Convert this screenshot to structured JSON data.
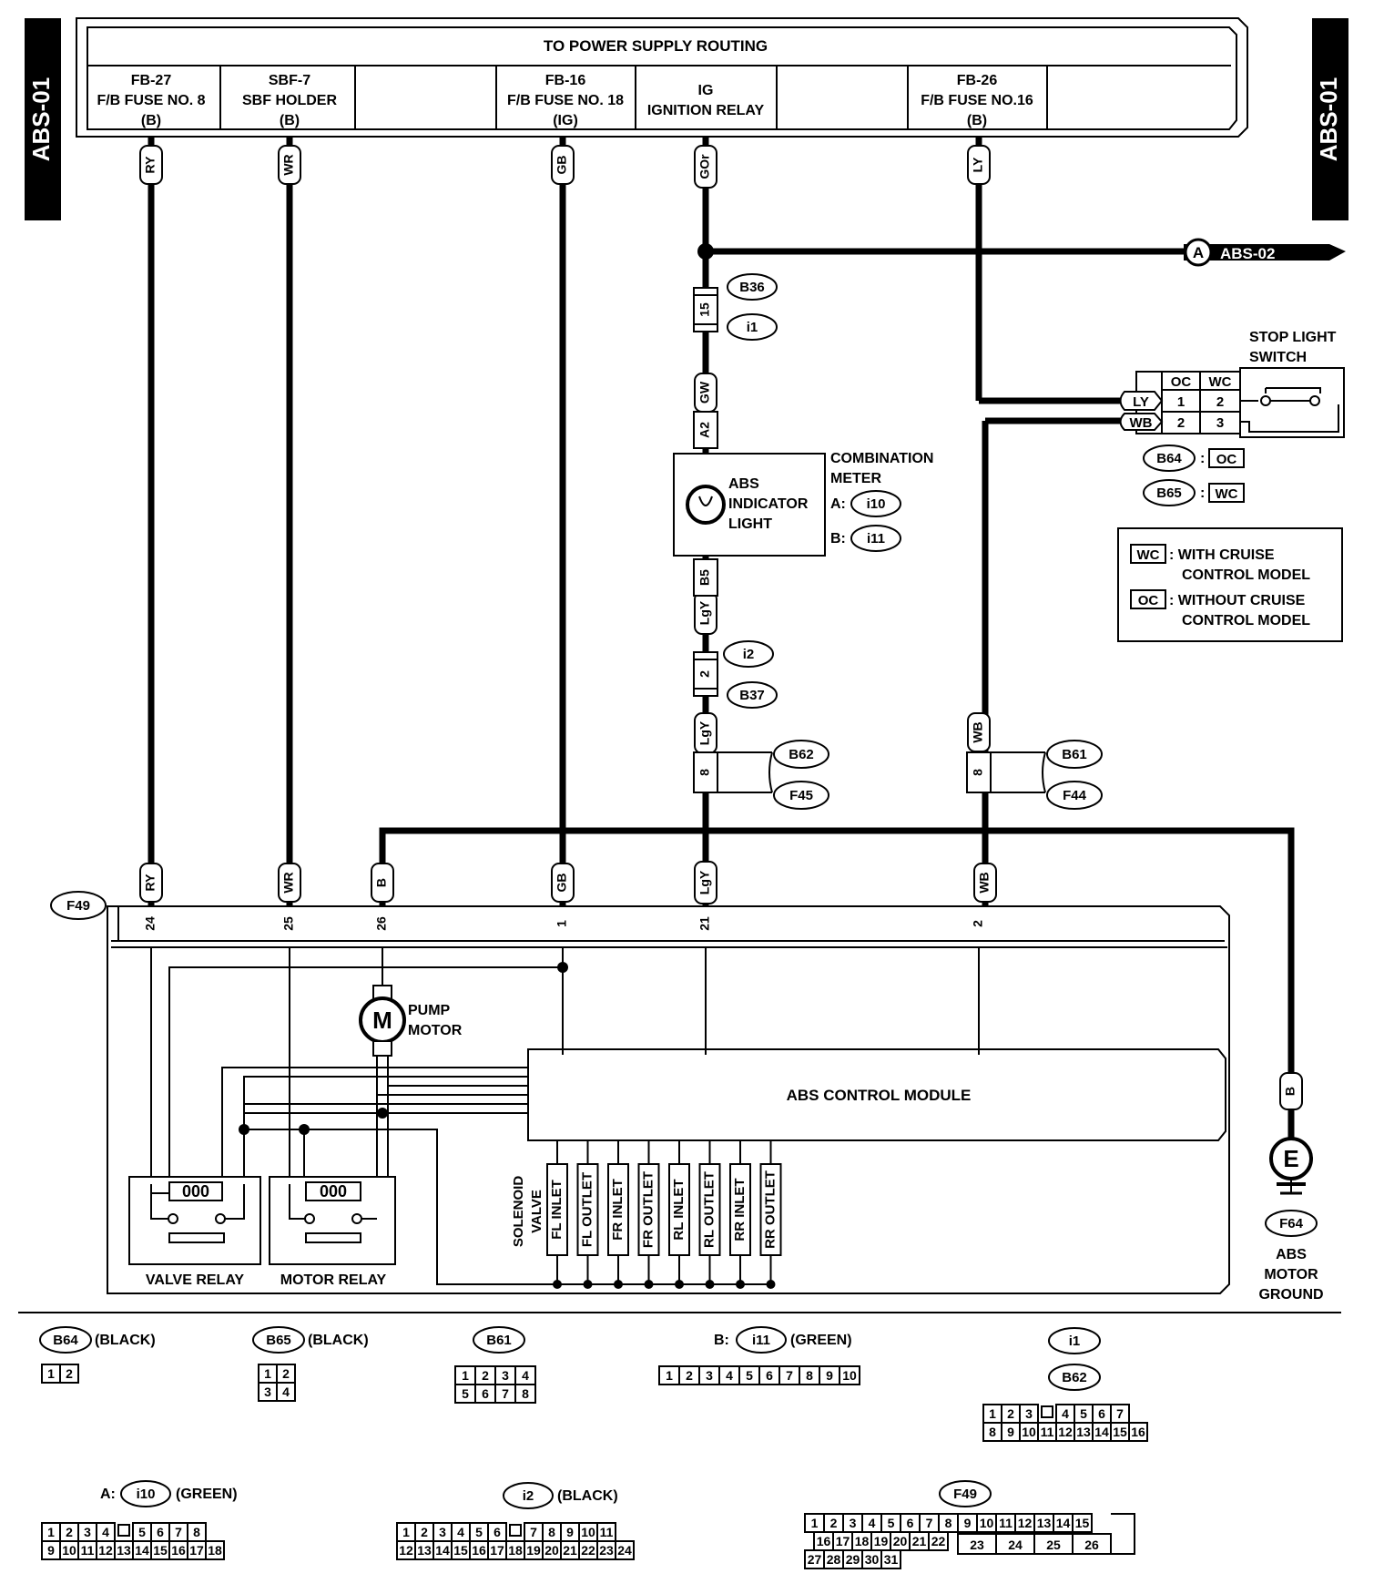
{
  "page_tabs": {
    "left": "ABS-01",
    "right": "ABS-01"
  },
  "power_supply": {
    "title": "TO POWER SUPPLY ROUTING",
    "fuses": [
      {
        "l1": "FB-27",
        "l2": "F/B FUSE NO. 8",
        "l3": "(B)"
      },
      {
        "l1": "SBF-7",
        "l2": "SBF HOLDER",
        "l3": "(B)"
      },
      {
        "l1": "FB-16",
        "l2": "F/B FUSE NO. 18",
        "l3": "(IG)"
      },
      {
        "l1": "IG",
        "l2": "IGNITION RELAY",
        "l3": ""
      },
      {
        "l1": "FB-26",
        "l2": "F/B FUSE NO.16",
        "l3": "(B)"
      }
    ]
  },
  "wires": {
    "ry": "RY",
    "wr": "WR",
    "gb": "GB",
    "gor": "GOr",
    "ly": "LY",
    "gw": "GW",
    "lgy": "LgY",
    "wb": "WB",
    "b": "B"
  },
  "connectors": {
    "b36": "B36",
    "i1": "i1",
    "pin15": "15",
    "a2": "A2",
    "b5": "B5",
    "i2": "i2",
    "b37": "B37",
    "pin2": "2",
    "b62": "B62",
    "f45": "F45",
    "b61": "B61",
    "f44": "F44",
    "pin8": "8",
    "f49": "F49",
    "b64": "B64",
    "b65": "B65",
    "f64": "F64"
  },
  "ref_abs02": {
    "letter": "A",
    "text": "ABS-02"
  },
  "combination_meter": {
    "title1": "COMBINATION",
    "title2": "METER",
    "light1": "ABS",
    "light2": "INDICATOR",
    "light3": "LIGHT",
    "a_label": "A:",
    "a_conn": "i10",
    "b_label": "B:",
    "b_conn": "i11"
  },
  "stop_light": {
    "title1": "STOP LIGHT",
    "title2": "SWITCH",
    "oc": "OC",
    "wc": "WC",
    "rows": [
      {
        "wire": "LY",
        "oc_pin": "1",
        "wc_pin": "2"
      },
      {
        "wire": "WB",
        "oc_pin": "2",
        "wc_pin": "3"
      }
    ]
  },
  "legend": {
    "wc_key": "WC",
    "wc_text1": ": WITH CRUISE",
    "wc_text2": "CONTROL MODEL",
    "oc_key": "OC",
    "oc_text1": ": WITHOUT CRUISE",
    "oc_text2": "CONTROL MODEL"
  },
  "f49_pins": {
    "ry": "24",
    "wr": "25",
    "b": "26",
    "gb": "1",
    "lgy": "21",
    "wb": "2"
  },
  "module": {
    "name": "ABS CONTROL MODULE",
    "pump1": "PUMP",
    "pump2": "MOTOR",
    "motor_symbol": "M",
    "valve_relay": "VALVE RELAY",
    "motor_relay": "MOTOR RELAY",
    "coil": "000",
    "solenoid1": "SOLENOID",
    "solenoid2": "VALVE",
    "valves": [
      "FL INLET",
      "FL OUTLET",
      "FR INLET",
      "FR OUTLET",
      "RL INLET",
      "RL OUTLET",
      "RR INLET",
      "RR OUTLET"
    ]
  },
  "ground": {
    "symbol": "E",
    "l1": "ABS",
    "l2": "MOTOR",
    "l3": "GROUND"
  },
  "connector_views": {
    "b64": {
      "name": "B64",
      "color": "(BLACK)",
      "rows": [
        [
          "1",
          "2"
        ]
      ]
    },
    "b65": {
      "name": "B65",
      "color": "(BLACK)",
      "rows": [
        [
          "1",
          "2"
        ],
        [
          "3",
          "4"
        ]
      ]
    },
    "b61": {
      "name": "B61",
      "color": "",
      "rows": [
        [
          "1",
          "2",
          "3",
          "4"
        ],
        [
          "5",
          "6",
          "7",
          "8"
        ]
      ]
    },
    "i11": {
      "prefix": "B:",
      "name": "i11",
      "color": "(GREEN)",
      "rows": [
        [
          "1",
          "2",
          "3",
          "4",
          "5",
          "6",
          "7",
          "8",
          "9",
          "10"
        ]
      ]
    },
    "i1b62": {
      "name1": "i1",
      "name2": "B62",
      "rows": [
        [
          "1",
          "2",
          "3",
          "",
          "4",
          "5",
          "6",
          "7"
        ],
        [
          "8",
          "9",
          "10",
          "11",
          "12",
          "13",
          "14",
          "15",
          "16"
        ]
      ]
    },
    "i10": {
      "prefix": "A:",
      "name": "i10",
      "color": "(GREEN)",
      "rows": [
        [
          "1",
          "2",
          "3",
          "4",
          "",
          "5",
          "6",
          "7",
          "8"
        ],
        [
          "9",
          "10",
          "11",
          "12",
          "13",
          "14",
          "15",
          "16",
          "17",
          "18"
        ]
      ]
    },
    "i2": {
      "name": "i2",
      "color": "(BLACK)",
      "rows": [
        [
          "1",
          "2",
          "3",
          "4",
          "5",
          "6",
          "",
          "7",
          "8",
          "9",
          "10",
          "11"
        ],
        [
          "12",
          "13",
          "14",
          "15",
          "16",
          "17",
          "18",
          "19",
          "20",
          "21",
          "22",
          "23",
          "24"
        ]
      ]
    },
    "f49": {
      "name": "F49",
      "rows": [
        [
          "1",
          "2",
          "3",
          "4",
          "5",
          "6",
          "7",
          "8",
          "9",
          "10",
          "11",
          "12",
          "13",
          "14",
          "15"
        ],
        [
          "16",
          "17",
          "18",
          "19",
          "20",
          "21",
          "22"
        ],
        [
          "27",
          "28",
          "29",
          "30",
          "31"
        ]
      ],
      "big": [
        "23",
        "24",
        "25",
        "26"
      ]
    }
  }
}
